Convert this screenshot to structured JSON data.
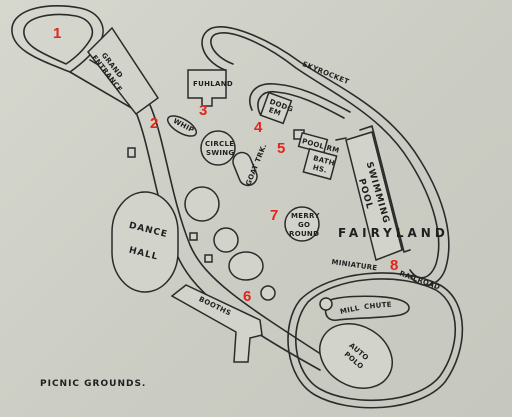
{
  "labels": {
    "grand_entrance": [
      "GRAND",
      "ENTRANCE"
    ],
    "fuhland": "FUHLAND",
    "skyrocket": "SKYROCKET",
    "whip": "WHIP",
    "circle_swing": [
      "CIRCLE",
      "SWING"
    ],
    "goat_trk": "GOAT TRK.",
    "dodge_em": [
      "DODG",
      "EM"
    ],
    "pool_rm": "POOL RM",
    "bath_hs": [
      "BATH",
      "HS."
    ],
    "swimming_pool": [
      "SWIMMING",
      "POOL"
    ],
    "fairyland": "FAIRYLAND",
    "dance_hall": [
      "DANCE",
      "HALL"
    ],
    "merry_go_round": [
      "MERRY",
      "GO",
      "ROUND"
    ],
    "miniature_railroad": [
      "MINIATURE",
      "RAILROAD"
    ],
    "mill_chute": [
      "MILL",
      "CHUTE"
    ],
    "auto_polo": [
      "AUTO",
      "POLO"
    ],
    "booths": "BOOTHS",
    "picnic_grounds": "PICNIC GROUNDS."
  },
  "markers": [
    "1",
    "2",
    "3",
    "4",
    "5",
    "6",
    "7",
    "8"
  ],
  "colors": {
    "ink": "#2b2b2b",
    "paper": "#d2d4cb",
    "marker": "#e0261b"
  }
}
